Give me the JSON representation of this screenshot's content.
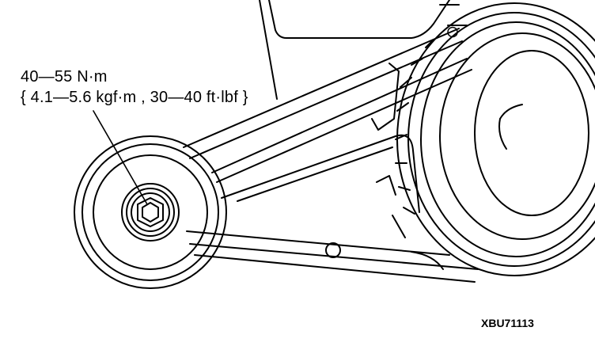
{
  "callout": {
    "torque_line_1": "40—55 N·m",
    "torque_line_2": "{ 4.1—5.6 kgf·m , 30—40 ft·lbf }"
  },
  "figure": {
    "reference_code": "XBU71113"
  },
  "colors": {
    "ink": "#000000",
    "paper": "#ffffff"
  }
}
